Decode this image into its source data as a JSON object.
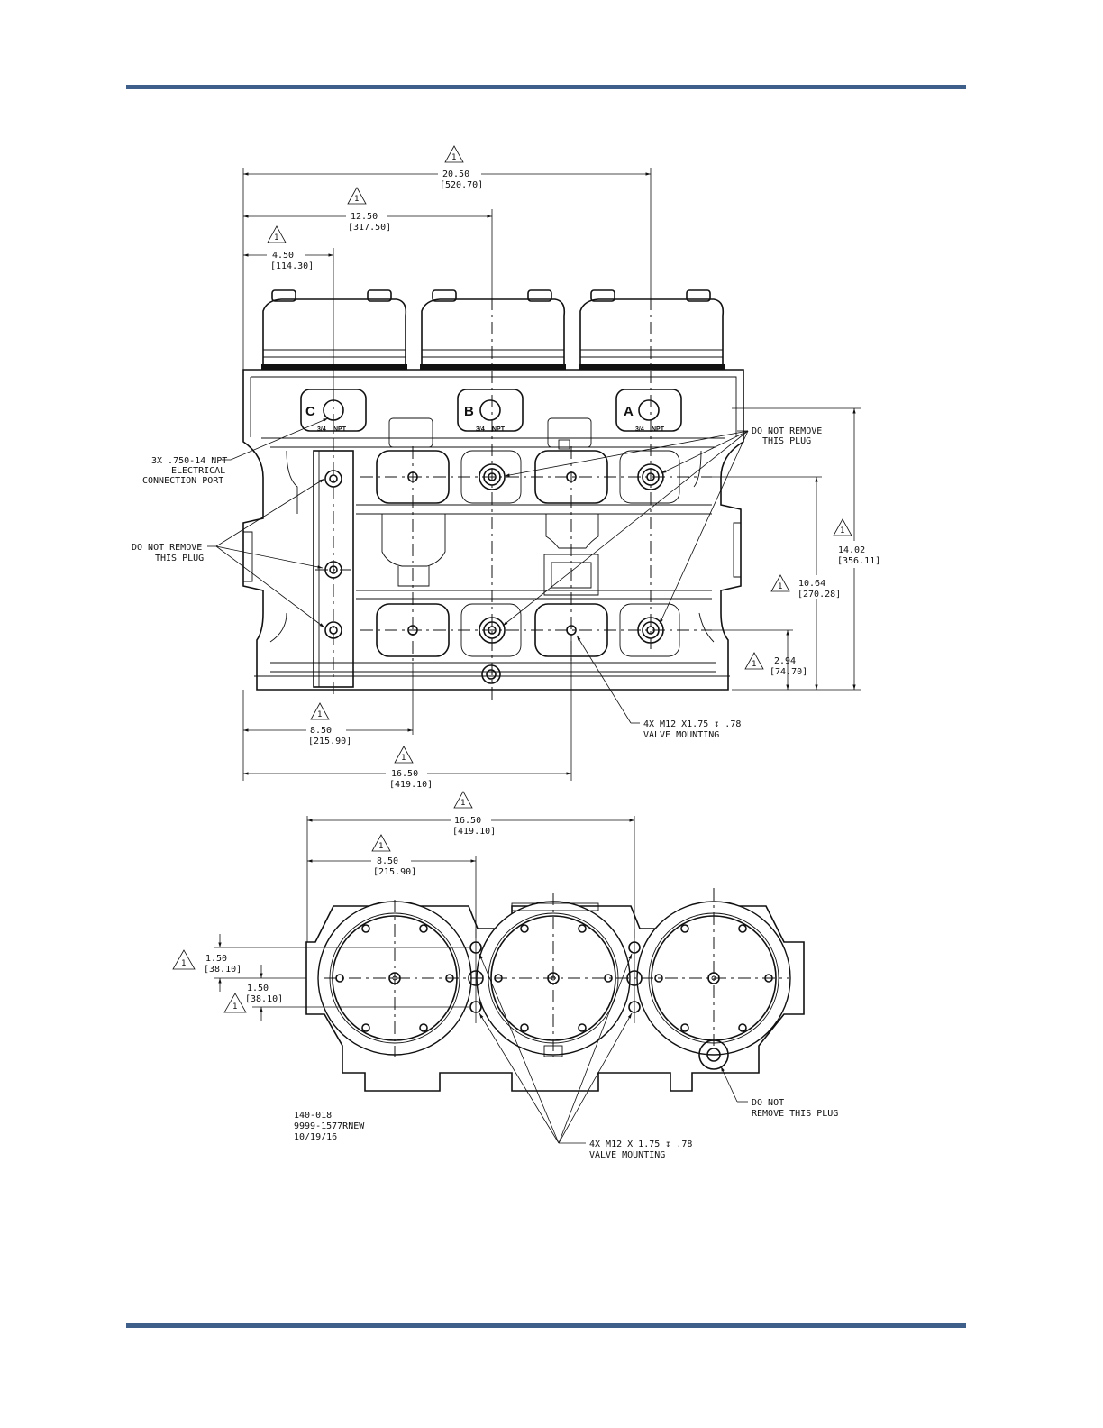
{
  "front_view": {
    "dims": {
      "d2050": {
        "value": "20.50",
        "mm": "[520.70]",
        "note": "1"
      },
      "d1250": {
        "value": "12.50",
        "mm": "[317.50]",
        "note": "1"
      },
      "d450": {
        "value": "4.50",
        "mm": "[114.30]",
        "note": "1"
      },
      "d850": {
        "value": "8.50",
        "mm": "[215.90]",
        "note": "1"
      },
      "d1650": {
        "value": "16.50",
        "mm": "[419.10]",
        "note": "1"
      },
      "d1402": {
        "value": "14.02",
        "mm": "[356.11]",
        "note": "1"
      },
      "d1064": {
        "value": "10.64",
        "mm": "[270.28]",
        "note": "1"
      },
      "d294": {
        "value": "2.94",
        "mm": "[74.70]",
        "note": "1"
      }
    },
    "ports": [
      {
        "letter": "C",
        "size": "3/4",
        "thread": "NPT"
      },
      {
        "letter": "B",
        "size": "3/4",
        "thread": "NPT"
      },
      {
        "letter": "A",
        "size": "3/4",
        "thread": "NPT"
      }
    ],
    "callouts": {
      "plug_right": [
        "DO NOT REMOVE",
        "THIS PLUG"
      ],
      "plug_left": [
        "DO NOT REMOVE",
        "THIS PLUG"
      ],
      "electrical": [
        "3X .750-14 NPT",
        "ELECTRICAL",
        "CONNECTION PORT"
      ],
      "mounting": [
        "4X M12 X1.75 ↧ .78",
        "VALVE MOUNTING"
      ]
    }
  },
  "bottom_view": {
    "dims": {
      "d1650": {
        "value": "16.50",
        "mm": "[419.10]",
        "note": "1"
      },
      "d850": {
        "value": "8.50",
        "mm": "[215.90]",
        "note": "1"
      },
      "d150a": {
        "value": "1.50",
        "mm": "[38.10]",
        "note": "1"
      },
      "d150b": {
        "value": "1.50",
        "mm": "[38.10]",
        "note": "1"
      }
    },
    "callouts": {
      "plug": [
        "DO NOT",
        "REMOVE THIS PLUG"
      ],
      "mounting": [
        "4X M12 X 1.75 ↧ .78",
        "VALVE MOUNTING"
      ]
    },
    "drawing_id": [
      "140-018",
      "9999-1577RNEW",
      "10/19/16"
    ]
  },
  "colors": {
    "rule": "#3e5f8a",
    "line": "#111111"
  }
}
